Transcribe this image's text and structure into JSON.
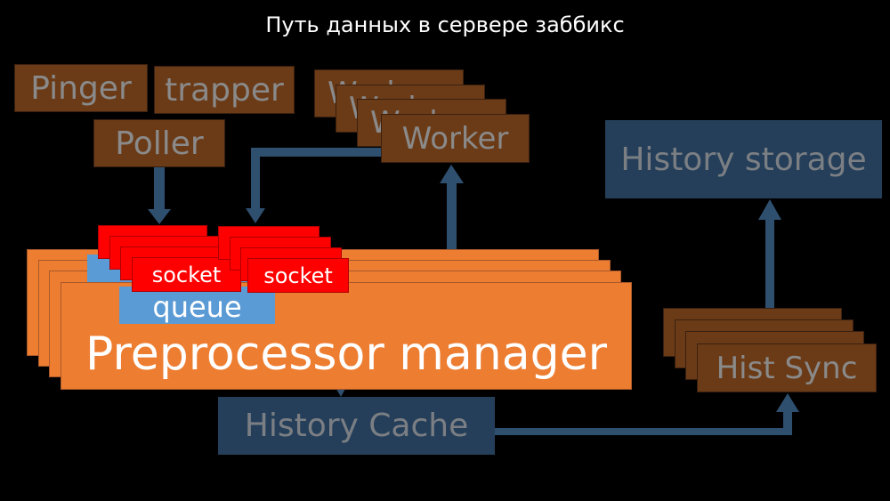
{
  "title": "Путь данных в сервере заббикс",
  "colors": {
    "background": "#000000",
    "process_box": "#6b3b17",
    "storage_box": "#253f5a",
    "manager": "#ed7d31",
    "socket": "#ff0000",
    "queue": "#5b9bd5",
    "arrow": "#2f4f6f"
  },
  "nodes": {
    "pinger": "Pinger",
    "trapper": "trapper",
    "poller": "Poller",
    "worker": "Worker",
    "history_storage": "History storage",
    "socket_left": "socket",
    "socket_right": "socket",
    "queue": "queue",
    "preprocessor_manager": "Preprocessor manager",
    "hist_sync": "Hist Sync",
    "history_cache": "History Cache"
  },
  "edges": [
    {
      "from": "Poller",
      "to": "socket"
    },
    {
      "from": "Worker",
      "to": "socket"
    },
    {
      "from": "Preprocessor manager",
      "to": "Worker"
    },
    {
      "from": "Preprocessor manager",
      "to": "History Cache"
    },
    {
      "from": "History Cache",
      "to": "Hist Sync"
    },
    {
      "from": "Hist Sync",
      "to": "History storage"
    }
  ]
}
